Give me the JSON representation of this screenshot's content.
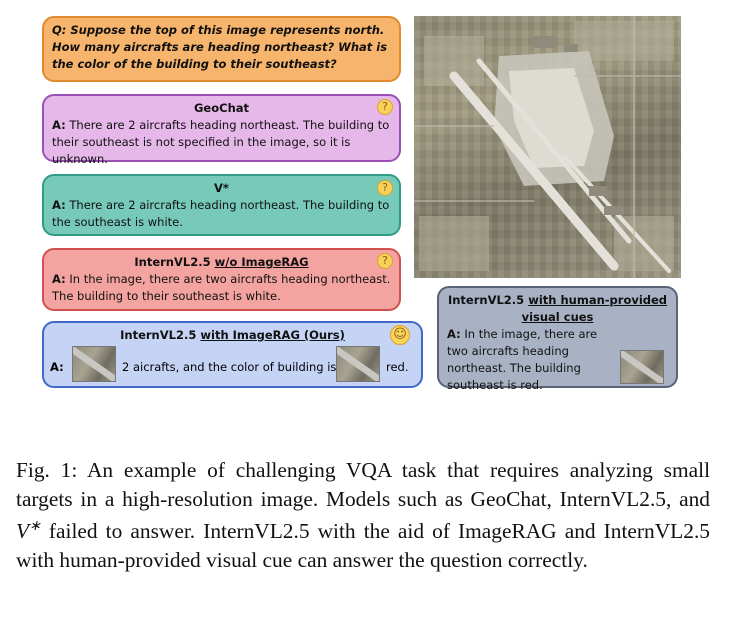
{
  "question": {
    "text": "Q: Suppose the top of this image represents north. How many aircrafts are heading northeast? What is the color of the building to their southeast?"
  },
  "geochat": {
    "title": "GeoChat",
    "answer_prefix": "A:",
    "answer": "There are 2 aircrafts heading northeast. The building to their southeast is not specified in the image, so it is unknown."
  },
  "vstar": {
    "title": "V*",
    "answer_prefix": "A:",
    "answer": "There are 2 aircrafts heading northeast. The building to the southeast is white."
  },
  "internvl_no_rag": {
    "title_main": "InternVL2.5",
    "title_underlined": "w/o ImageRAG",
    "answer_prefix": "A:",
    "answer": "In the image, there are two aircrafts heading northeast. The building to their southeast is white."
  },
  "internvl_rag": {
    "title_main": "InternVL2.5",
    "title_underlined": "with ImageRAG (Ours)",
    "answer_prefix": "A:",
    "answer_part1": "2 aicrafts, and the color of building is",
    "answer_part2": "red."
  },
  "internvl_human": {
    "title_main": "InternVL2.5",
    "title_underlined_1": "with human-provided",
    "title_underlined_2": "visual cues",
    "answer_prefix": "A:",
    "answer": "In the image, there are two aircrafts heading northeast. The building southeast is red."
  },
  "caption": {
    "label": "Fig. 1:",
    "text_before": "An example of challenging VQA task that requires analyzing small targets in a high-resolution image. Models such as GeoChat, InternVL2.5, and",
    "vstar": "V",
    "vstar_sup": "∗",
    "text_after": "failed to answer. InternVL2.5 with the aid of ImageRAG and InternVL2.5 with human-provided visual cue can answer the question correctly."
  },
  "icons": {
    "thinking": "thinking-face-icon",
    "smile": "smiling-face-icon"
  }
}
